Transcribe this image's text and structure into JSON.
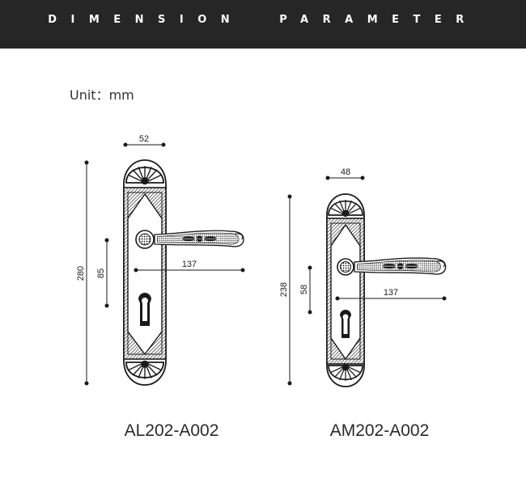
{
  "header": {
    "title": "DIMENSION  PARAMETER"
  },
  "unit_label": "Unit：mm",
  "products": [
    {
      "model": "AL202-A002",
      "dims": {
        "width": "52",
        "height": "280",
        "center": "85",
        "handle": "137"
      }
    },
    {
      "model": "AM202-A002",
      "dims": {
        "width": "48",
        "height": "238",
        "center": "58",
        "handle": "137"
      }
    }
  ],
  "colors": {
    "header_bg": "#262626",
    "ink": "#1a1a1a"
  }
}
